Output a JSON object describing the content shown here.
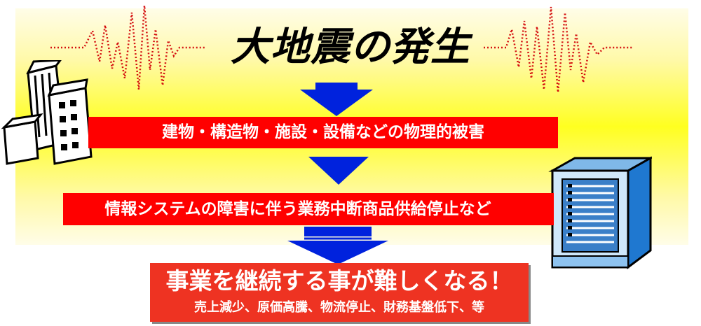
{
  "title": "大地震の発生",
  "step1": "建物・構造物・施設・設備などの物理的被害",
  "step2": "情報システムの障害に伴う業務中断商品供給停止など",
  "result": {
    "main": "事業を継続する事が難しくなる！",
    "sub": "売上減少、原価高騰、物流停止、財務基盤低下、等"
  },
  "colors": {
    "bar": "#ff0000",
    "result": "#ee3322",
    "arrow": "#0022dd",
    "wave": "#d41010",
    "background": "#ffff20"
  },
  "icons": [
    "building-icon",
    "server-icon",
    "seismic-wave-left",
    "seismic-wave-right"
  ]
}
